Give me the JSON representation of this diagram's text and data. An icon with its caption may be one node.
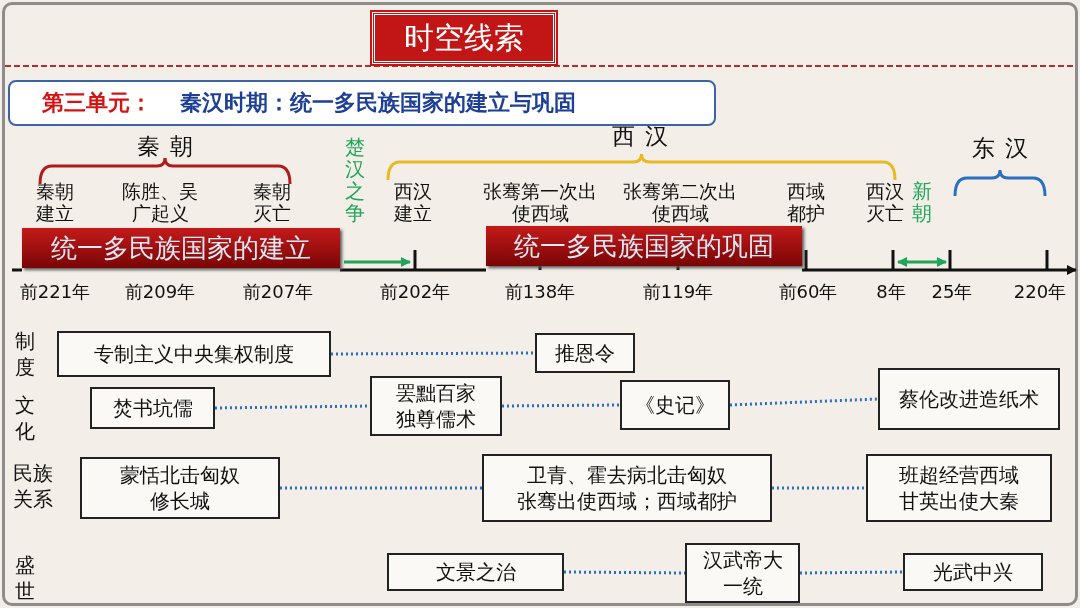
{
  "diagram": {
    "title": "时空线索",
    "nodes": [
      {
        "text": [
          "第三单元：",
          "秦汉时期：统一多民族国家的建立与巩固"
        ]
      },
      {
        "text": [
          "统一多民族国家的建立"
        ]
      },
      {
        "text": [
          "统一多民族国家的巩固"
        ]
      },
      {
        "text": [
          "专制主义中央集权制度"
        ]
      },
      {
        "text": [
          "推恩令"
        ]
      },
      {
        "text": [
          "焚书坑儒"
        ]
      },
      {
        "text": [
          "罢黜百家独尊儒术"
        ]
      },
      {
        "text": [
          "《史记》"
        ]
      },
      {
        "text": [
          "蔡伦改进造纸术"
        ]
      },
      {
        "text": [
          "蒙恬北击匈奴修长城"
        ]
      },
      {
        "text": [
          "卫青、霍去病北击匈奴",
          "张骞出使西域；西域都护"
        ]
      },
      {
        "text": [
          "班超经营西域",
          "甘英出使大秦"
        ]
      },
      {
        "text": [
          "文景之治"
        ]
      },
      {
        "text": [
          "汉武帝大一统"
        ]
      },
      {
        "text": [
          "光武中兴"
        ]
      }
    ],
    "edges": [
      {
        "from": 3,
        "to": 4,
        "arrow": "none",
        "style": "dashed"
      },
      {
        "from": 5,
        "to": 6,
        "arrow": "none",
        "style": "dashed"
      },
      {
        "from": 6,
        "to": 7,
        "arrow": "none",
        "style": "dashed"
      },
      {
        "from": 7,
        "to": 8,
        "arrow": "none",
        "style": "dashed"
      },
      {
        "from": 9,
        "to": 10,
        "arrow": "none",
        "style": "dashed"
      },
      {
        "from": 10,
        "to": 11,
        "arrow": "none",
        "style": "dashed"
      },
      {
        "from": 12,
        "to": 13,
        "arrow": "none",
        "style": "dashed"
      },
      {
        "from": 13,
        "to": 14,
        "arrow": "none",
        "style": "dashed"
      }
    ],
    "labels": [
      "秦朝",
      "西汉",
      "楚汉之争",
      "东汉",
      "秦朝建立",
      "陈胜、吴广起义",
      "秦朝灭亡",
      "西汉建立",
      "张骞第一次出使西域",
      "张骞第二次出使西域",
      "西域都护",
      "西汉灭亡",
      "新朝",
      "前221年",
      "前209年",
      "前207年",
      "前202年",
      "前138年",
      "前119年",
      "前60年",
      "8年",
      "25年",
      "220年",
      "制度",
      "文化",
      "民族关系",
      "盛世"
    ]
  }
}
